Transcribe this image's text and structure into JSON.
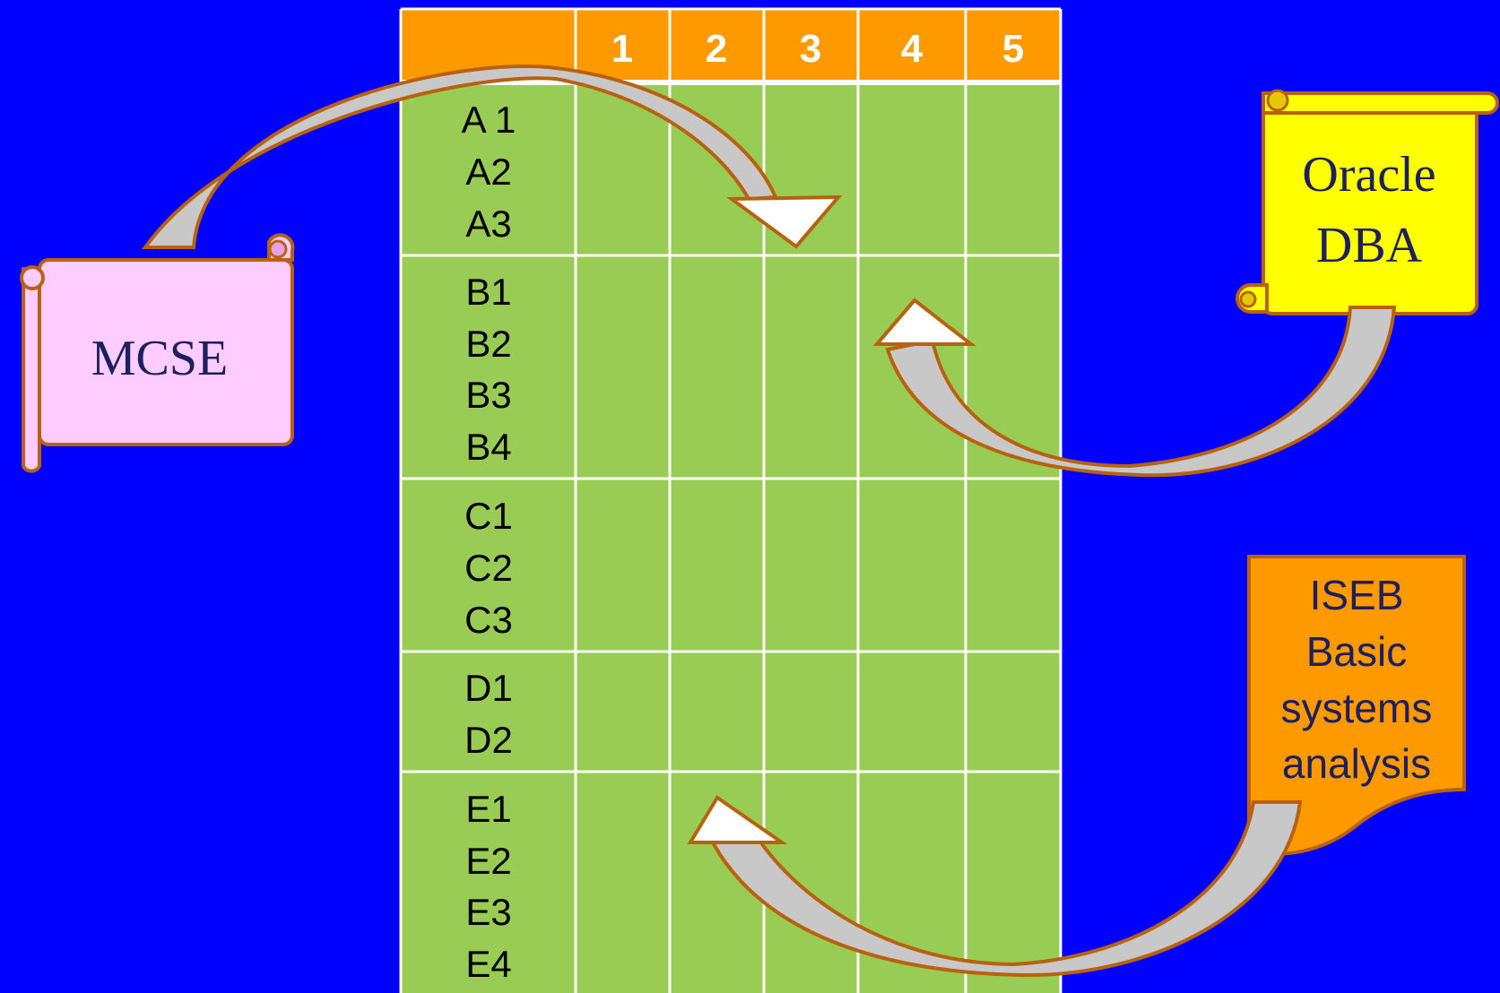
{
  "table": {
    "header_columns": [
      "1",
      "2",
      "3",
      "4",
      "5"
    ],
    "row_groups": [
      {
        "labels": [
          "A 1",
          "A2",
          "A3"
        ]
      },
      {
        "labels": [
          "B1",
          "B2",
          "B3",
          "B4"
        ]
      },
      {
        "labels": [
          "C1",
          "C2",
          "C3"
        ]
      },
      {
        "labels": [
          "D1",
          "D2"
        ]
      },
      {
        "labels": [
          "E1",
          "E2",
          "E3",
          "E4"
        ]
      }
    ]
  },
  "callouts": {
    "mcse": {
      "label": "MCSE"
    },
    "oracle": {
      "line1": "Oracle",
      "line2": "DBA"
    },
    "iseb": {
      "line1": "ISEB",
      "line2": "Basic",
      "line3": "systems",
      "line4": "analysis"
    }
  },
  "colors": {
    "background": "#0000ff",
    "header": "#ff9900",
    "table_body": "#99cc55",
    "mcse_scroll": "#ffccff",
    "oracle_scroll": "#ffff00",
    "iseb_note": "#ff9900",
    "outline": "#b8620f"
  }
}
